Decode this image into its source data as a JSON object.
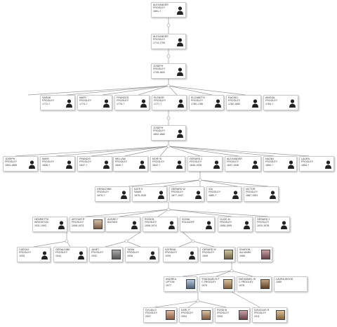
{
  "people": {
    "alexander1": {
      "line1": "ALEXANDER",
      "line2": "FROGLEY",
      "line3": "1691-?"
    },
    "alexander2": {
      "line1": "ALEXANDER",
      "line2": "FROGLEY",
      "line3": "1714-1794"
    },
    "joseph1": {
      "line1": "JOSEPH",
      "line2": "FROGLEY",
      "line3": "1745-1822"
    },
    "sarah": {
      "line1": "SARAH",
      "line2": "FROGLEY",
      "line3": "1772-?"
    },
    "mary1": {
      "line1": "MARY",
      "line2": "FROGLEY",
      "line3": "1774-?"
    },
    "frances": {
      "line1": "FRANCES",
      "line2": "FROGLEY",
      "line3": "1775-?"
    },
    "elenor": {
      "line1": "ELENOR",
      "line2": "FROGLEY",
      "line3": "1777-?"
    },
    "elizabeth": {
      "line1": "ELIZABETH",
      "line2": "FROGLEY",
      "line3": "1780-1785"
    },
    "rachel": {
      "line1": "RACHEL",
      "line2": "FROGLEY",
      "line3": "1782-1852"
    },
    "abigail": {
      "line1": "ABIGAIL",
      "line2": "FROGLEY",
      "line3": "1784-?"
    },
    "joseph2": {
      "line1": "JOSEPH",
      "line2": "FROGLEY",
      "line3": "1802-1882"
    },
    "joseph3": {
      "line1": "JOSEPH",
      "line2": "FROGLEY",
      "line3": "1833-1869"
    },
    "mary2": {
      "line1": "MARY",
      "line2": "FROGLEY",
      "line3": "1835-?"
    },
    "francis": {
      "line1": "FRANCIS",
      "line2": "FROGLEY",
      "line3": "1837-?"
    },
    "william": {
      "line1": "WILLIAM",
      "line2": "FROGLEY",
      "line3": "1840-?"
    },
    "moris": {
      "line1": "MORYS",
      "line2": "FROGLEY",
      "line3": "1842-?"
    },
    "gerard1": {
      "line1": "GERARD J",
      "line2": "FROGLEY",
      "line3": "1845-1928"
    },
    "alexander3": {
      "line1": "ALEXANDER",
      "line2": "FROGLEY",
      "line3": "1847-1936"
    },
    "naomi": {
      "line1": "NAOMI",
      "line2": "FROGLEY",
      "line3": "1850-?"
    },
    "laura": {
      "line1": "LAURA",
      "line2": "FROGLEY",
      "line3": "1854-?"
    },
    "geraldine1": {
      "line1": "GERALDINE",
      "line2": "FROGLEY",
      "line3": "1875-?"
    },
    "kate": {
      "line1": "KATE E",
      "line2": "SAMS",
      "line3": "1875-1933"
    },
    "gerard2": {
      "line1": "GERARD W",
      "line2": "FROGLEY",
      "line3": "1877-1947"
    },
    "ida": {
      "line1": "IDA",
      "line2": "FROGLEY",
      "line3": "1880-?"
    },
    "victor": {
      "line1": "VICTOR",
      "line2": "FROGLEY",
      "line3": "1887-1951"
    },
    "henrietta": {
      "line1": "HENRIETTA",
      "line2": "WRIGHTON",
      "line3": "1911-1993"
    },
    "arthur": {
      "line1": "ARTHUR R",
      "line2": "FROGLEY",
      "line3": "1906-1973"
    },
    "audrey": {
      "line1": "AUDREY",
      "line2": "BAYNES",
      "line3": ""
    },
    "roger": {
      "line1": "ROGER",
      "line2": "FROGLEY",
      "line3": "1908-1974"
    },
    "sonia": {
      "line1": "SONIA",
      "line2": "POLINOFF",
      "line3": ""
    },
    "olive": {
      "line1": "OLIVE M",
      "line2": "FROGLEY",
      "line3": "1908-1995"
    },
    "gerard3": {
      "line1": "GERARD J",
      "line2": "FROGLEY",
      "line3": "1910-1978"
    },
    "carole": {
      "line1": "CAROLE",
      "line2": "FROGLEY",
      "line3": "1933"
    },
    "geraldine2": {
      "line1": "GERALDINE",
      "line2": "FROGLEY",
      "line3": "1944"
    },
    "janet": {
      "line1": "JANET",
      "line2": "FROGLEY",
      "line3": "1932"
    },
    "tanya": {
      "line1": "TANIA",
      "line2": "FROGLEY",
      "line3": "1936"
    },
    "katrina": {
      "line1": "KATRINA",
      "line2": "FROGLEY",
      "line3": "1939"
    },
    "gerard4": {
      "line1": "GERARD W",
      "line2": "FROGLEY",
      "line3": "1949"
    },
    "sharon": {
      "line1": "SHARON",
      "line2": "ALLMARK",
      "line3": "1965"
    },
    "andrea": {
      "line1": "ANDREA",
      "line2": "UPTON",
      "line3": "1977"
    },
    "thaddaeus": {
      "line1": "THADDAEUS P",
      "line2": "C FROGLEY",
      "line3": "1975"
    },
    "nathaniel": {
      "line1": "NATHANIEL W",
      "line2": "C FROGLEY",
      "line3": "1978"
    },
    "laurawood": {
      "line1": "LAURA WOOD",
      "line2": "1980",
      "line3": ""
    },
    "dylan": {
      "line1": "DYLAN G",
      "line2": "FROGLEY",
      "line3": "2007"
    },
    "karl": {
      "line1": "KARL P",
      "line2": "FROGLEY",
      "line3": "2004"
    },
    "rose": {
      "line1": "ROSE M",
      "line2": "FROGLEY",
      "line3": "2009"
    },
    "douglas": {
      "line1": "DOUGLAS R",
      "line2": "FROGLEY",
      "line3": "2011"
    }
  }
}
